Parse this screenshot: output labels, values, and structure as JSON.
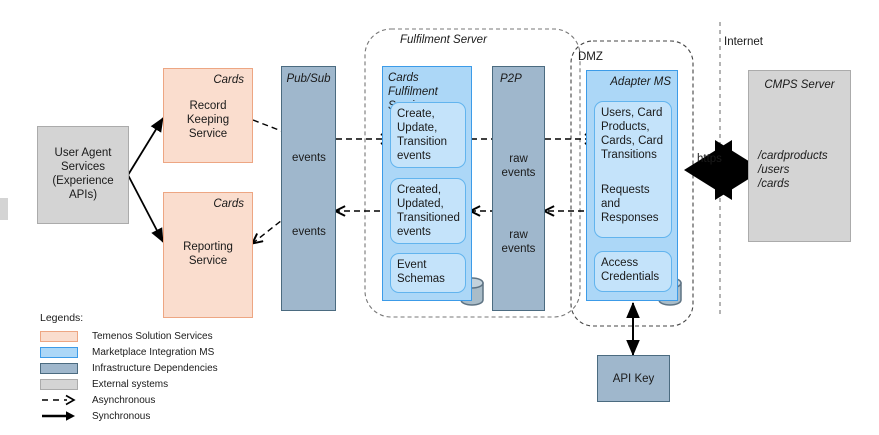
{
  "diagram": {
    "boundaries": {
      "fulfilment_server": "Fulfilment Server",
      "dmz": "DMZ",
      "internet": "Internet"
    },
    "nodes": {
      "user_agent": "User Agent\nServices\n(Experience\nAPIs)",
      "user_agent_lines": [
        "User Agent",
        "Services",
        "(Experience",
        "APIs)"
      ],
      "record_keeping_tag": "Cards",
      "record_keeping_lines": [
        "Record",
        "Keeping",
        "Service"
      ],
      "reporting_tag": "Cards",
      "reporting_lines": [
        "Reporting",
        "Service"
      ],
      "pubsub_title": "Pub/Sub",
      "pubsub_queue1_label": "events",
      "pubsub_queue2_label": "events",
      "cfs_title_lines": [
        "Cards Fulfilment",
        "Service"
      ],
      "cfs_box1_lines": [
        "Create,",
        "Update,",
        "Transition",
        "events"
      ],
      "cfs_box2_lines": [
        "Created,",
        "Updated,",
        "Transitioned",
        "events"
      ],
      "cfs_box3_lines": [
        "Event",
        "Schemas"
      ],
      "p2p_title": "P2P",
      "p2p_queue1_lines": [
        "raw",
        "events"
      ],
      "p2p_queue2_lines": [
        "raw",
        "events"
      ],
      "adapter_title": "Adapter MS",
      "adapter_box1_lines": [
        "Users, Card",
        "Products,",
        "Cards, Card",
        "Transitions"
      ],
      "adapter_box1b_lines": [
        "Requests",
        "and",
        "Responses"
      ],
      "adapter_box2_lines": [
        "Access",
        "Credentials"
      ],
      "api_key": "API Key",
      "cmps_title": "CMPS Server",
      "cmps_paths": [
        "/cardproducts",
        "/users",
        "/cards"
      ]
    },
    "edges": {
      "https_label": "https"
    },
    "legend": {
      "title": "Legends:",
      "items": [
        {
          "label": "Temenos  Solution Services",
          "type": "swatch",
          "fill": "#FADDCE",
          "border": "#EDA683"
        },
        {
          "label": "Marketplace Integration MS",
          "type": "swatch",
          "fill": "#ACD7F7",
          "border": "#3C9BE8"
        },
        {
          "label": "Infrastructure  Dependencies",
          "type": "swatch",
          "fill": "#9FB7CC",
          "border": "#4B6B80"
        },
        {
          "label": "External systems",
          "type": "swatch",
          "fill": "#D4D4D4",
          "border": "#ABABAB"
        },
        {
          "label": "Asynchronous",
          "type": "dashed-arrow",
          "fill": "#000000",
          "border": "#000000"
        },
        {
          "label": "Synchronous",
          "type": "solid-arrow",
          "fill": "#000000",
          "border": "#000000"
        }
      ]
    },
    "colors": {
      "temenos": "#FADDCE",
      "marketplace": "#ACD7F7",
      "infrastructure": "#9FB7CC",
      "external": "#D4D4D4",
      "line": "#000000"
    }
  }
}
